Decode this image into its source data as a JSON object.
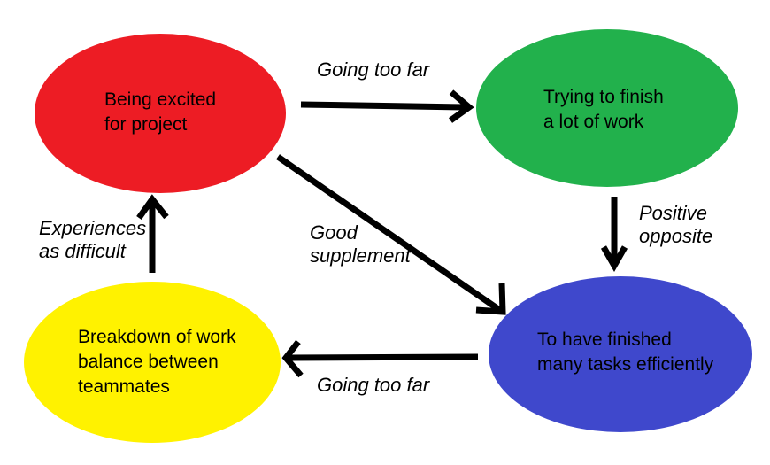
{
  "colors": {
    "red": "#ed1c24",
    "green": "#22b14c",
    "blue": "#3f48cc",
    "yellow": "#fff200",
    "arrow": "#000000",
    "text": "#000000",
    "background": "#ffffff"
  },
  "nodes": {
    "excited": {
      "color_name": "red",
      "lines": [
        "Being excited",
        "for project"
      ]
    },
    "trying": {
      "color_name": "green",
      "lines": [
        "Trying to finish",
        "a lot of work"
      ]
    },
    "finished": {
      "color_name": "blue",
      "lines": [
        "To have finished",
        "many tasks efficiently"
      ]
    },
    "breakdown": {
      "color_name": "yellow",
      "lines": [
        "Breakdown of work",
        "balance between",
        "teammates"
      ]
    }
  },
  "edges": {
    "excited_to_trying": {
      "from": "excited",
      "to": "trying",
      "label": "Going too far"
    },
    "trying_to_finished": {
      "from": "trying",
      "to": "finished",
      "label_lines": [
        "Positive",
        "opposite"
      ]
    },
    "excited_to_finished": {
      "from": "excited",
      "to": "finished",
      "label_lines": [
        "Good",
        "supplement"
      ]
    },
    "finished_to_breakdown": {
      "from": "finished",
      "to": "breakdown",
      "label": "Going too far"
    },
    "breakdown_to_excited": {
      "from": "breakdown",
      "to": "excited",
      "label_lines": [
        "Experiences",
        "as difficult"
      ]
    }
  }
}
